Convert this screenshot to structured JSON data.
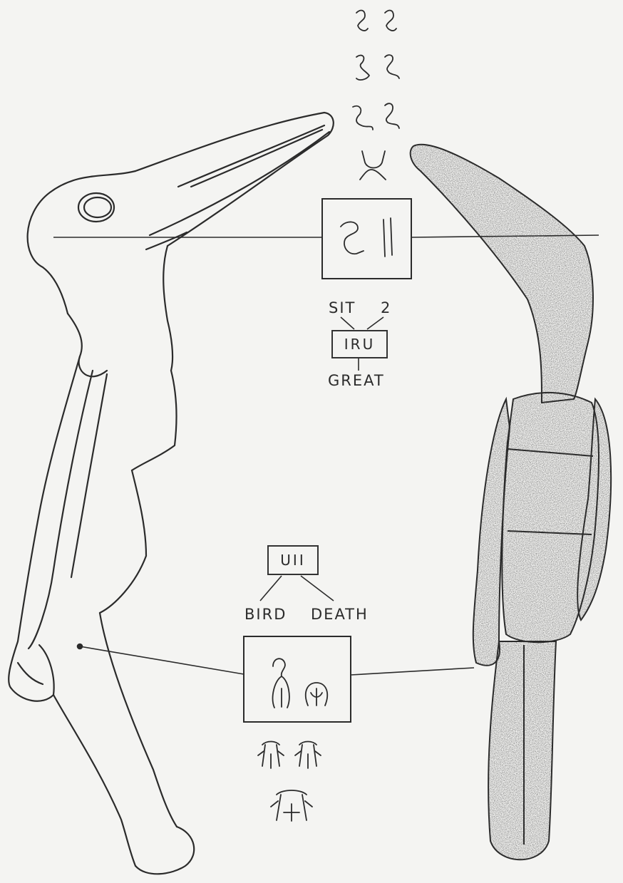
{
  "top_label_group": {
    "left_label": "SIT",
    "right_label": "2",
    "box_label": "IRU",
    "bottom_label": "GREAT"
  },
  "bottom_label_group": {
    "box_label": "UII",
    "left_label": "BIRD",
    "right_label": "DEATH"
  },
  "colors": {
    "ink": "#2b2b2b",
    "paper": "#f4f4f2",
    "stipple": "#3a3a3a"
  }
}
